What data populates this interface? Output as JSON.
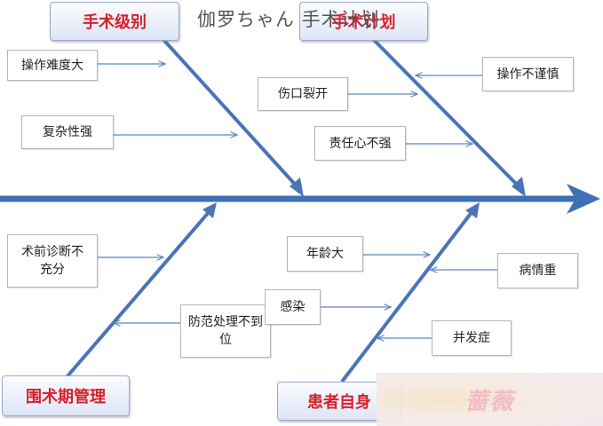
{
  "title": "伽罗ちゃん 手术计划",
  "categories": {
    "surgery_level": "手术级别",
    "surgery_plan": "手术计划",
    "perioperative": "围术期管理",
    "patient": "患者自身"
  },
  "causes": {
    "op_difficulty": "操作难度大",
    "complexity": "复杂性强",
    "wound_dehiscence": "伤口裂开",
    "careless_op": "操作不谨慎",
    "responsibility": "责任心不强",
    "preop_diagnosis": "术前诊断不充分",
    "prevention": "防范处理不到位",
    "infection": "感染",
    "old_age": "年龄大",
    "severe_illness": "病情重",
    "complication": "并发症"
  },
  "watermark_text": "蔷薇",
  "colors": {
    "spine": "#3f6fb4",
    "category_text": "#d6202a",
    "arrow_thin": "#5b86bf"
  }
}
